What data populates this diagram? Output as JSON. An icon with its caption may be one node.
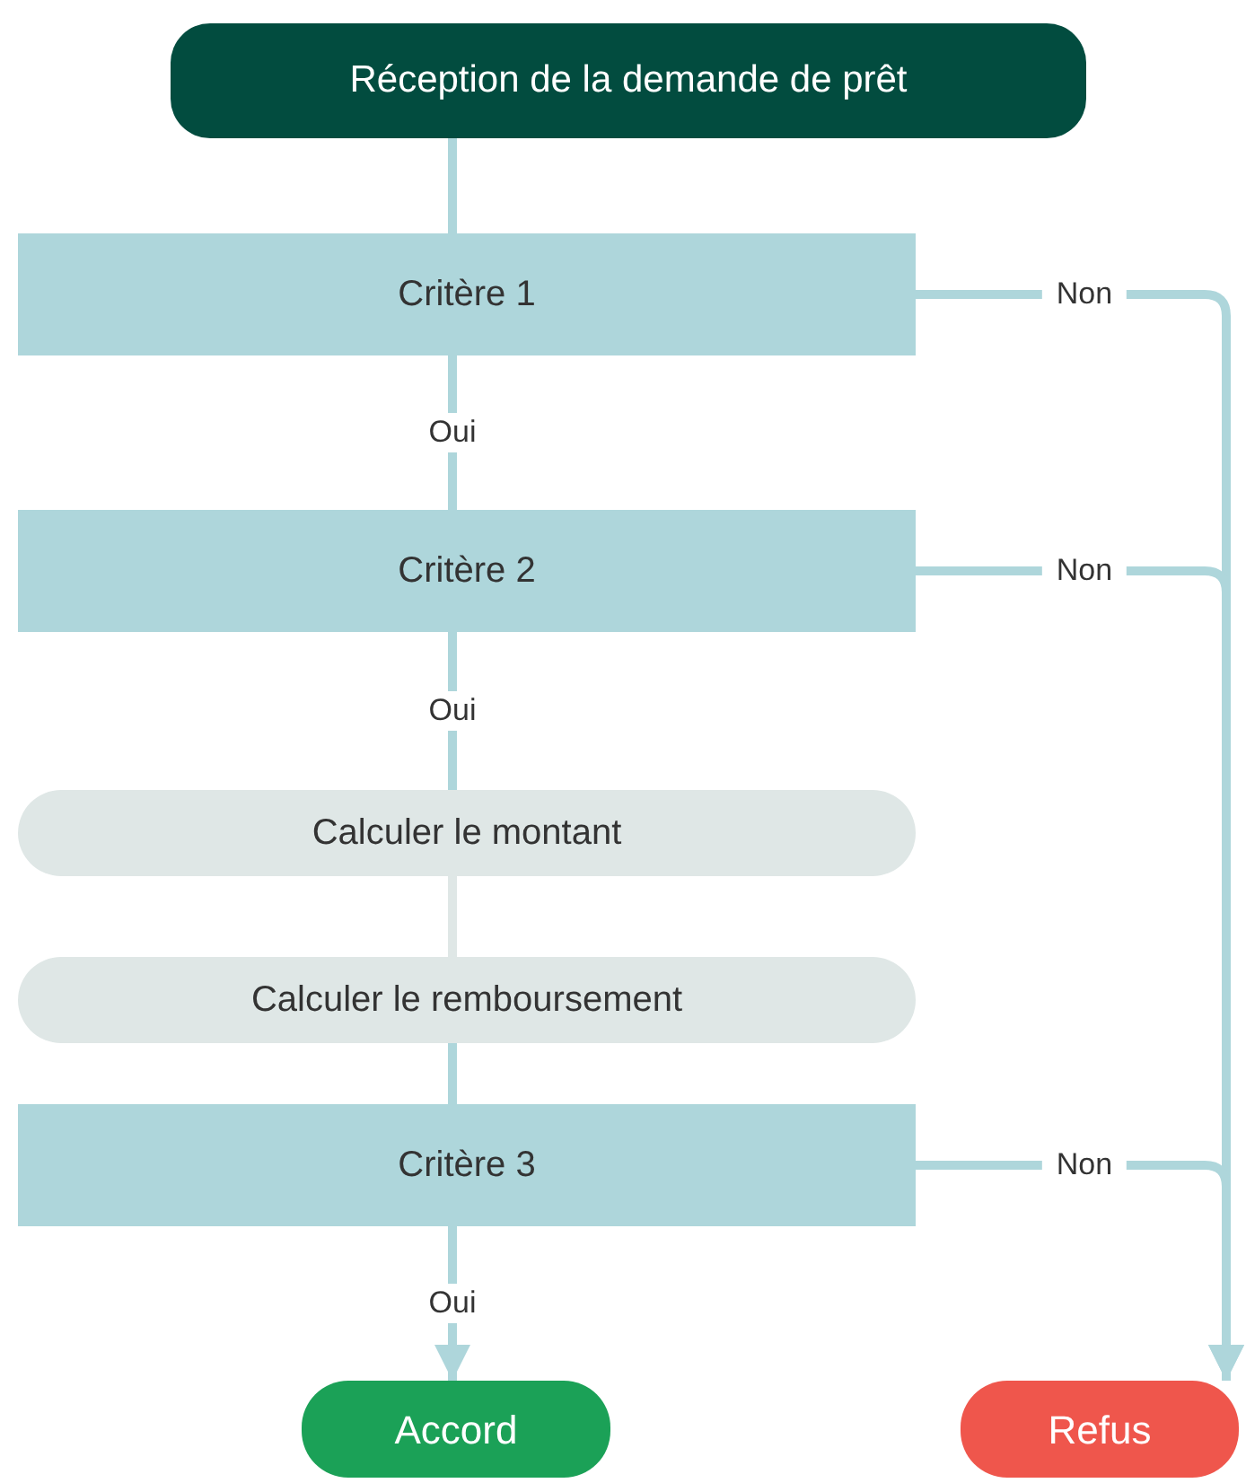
{
  "diagram": {
    "nodes": [
      {
        "text": [
          "Réception de la demande de prêt"
        ]
      },
      {
        "text": [
          "Critère 1"
        ]
      },
      {
        "text": [
          "Critère 2"
        ]
      },
      {
        "text": [
          "Calculer le montant"
        ]
      },
      {
        "text": [
          "Calculer le remboursement"
        ]
      },
      {
        "text": [
          "Critère 3"
        ]
      },
      {
        "text": [
          "Accord"
        ]
      },
      {
        "text": [
          "Refus"
        ]
      }
    ],
    "edges": [
      {
        "from": 0,
        "to": 1,
        "arrow": "none"
      },
      {
        "from": 1,
        "to": 2,
        "arrow": "none",
        "label": "Oui"
      },
      {
        "from": 2,
        "to": 3,
        "arrow": "none",
        "label": "Oui"
      },
      {
        "from": 3,
        "to": 4,
        "arrow": "none",
        "color": "#dfe7e6"
      },
      {
        "from": 4,
        "to": 5,
        "arrow": "none"
      },
      {
        "from": 5,
        "to": 6,
        "arrow": "to",
        "label": "Oui"
      },
      {
        "from": 1,
        "to": 7,
        "arrow": "to",
        "label": "Non"
      },
      {
        "from": 2,
        "to": 7,
        "arrow": "to",
        "label": "Non"
      },
      {
        "from": 5,
        "to": 7,
        "arrow": "to",
        "label": "Non"
      }
    ]
  }
}
